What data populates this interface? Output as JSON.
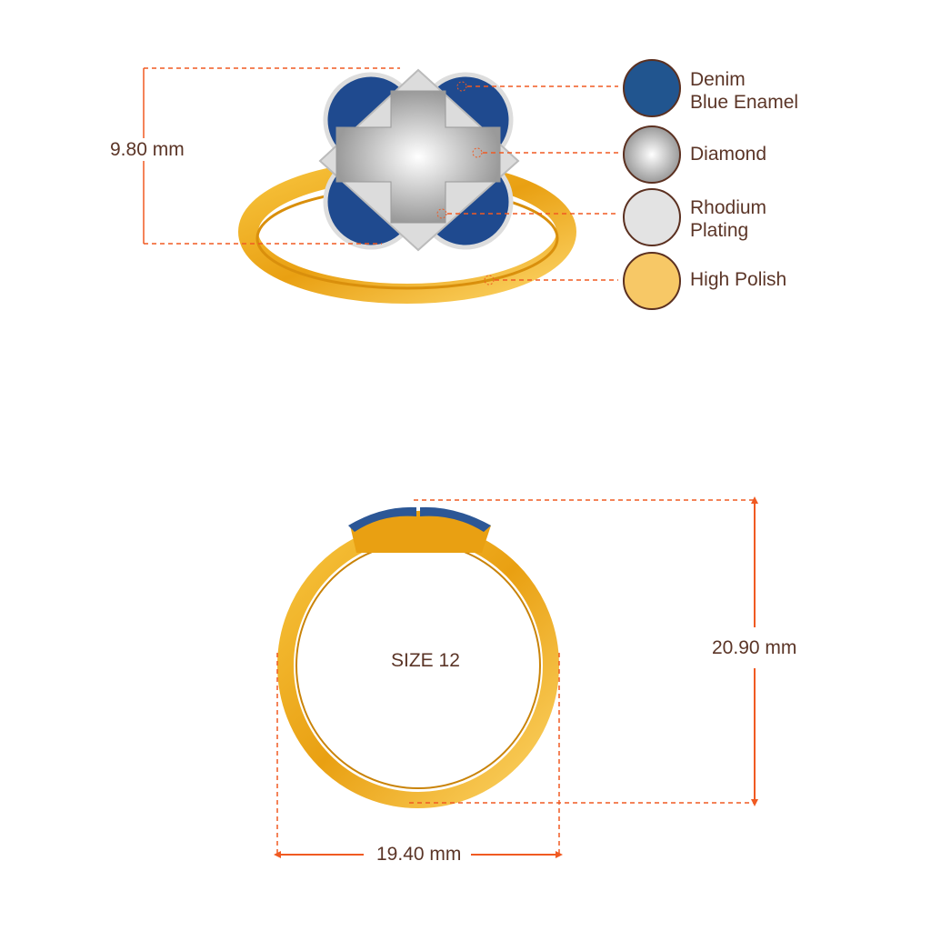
{
  "dimensions": {
    "head_height": "9.80 mm",
    "ring_height": "20.90 mm",
    "ring_width": "19.40 mm",
    "size_label": "SIZE 12"
  },
  "materials": [
    {
      "line1": "Denim",
      "line2": "Blue Enamel",
      "color": "#1f4f8a"
    },
    {
      "line1": "Diamond",
      "line2": "",
      "color": "#e8e8e8"
    },
    {
      "line1": "Rhodium",
      "line2": "Plating",
      "color": "#e3e3e3"
    },
    {
      "line1": "High Polish",
      "line2": "",
      "color": "#f7c866"
    }
  ],
  "colors": {
    "accent": "#f05a22",
    "text": "#5b3527",
    "gold": "#f2b530",
    "enamel": "#1f4a8f"
  }
}
